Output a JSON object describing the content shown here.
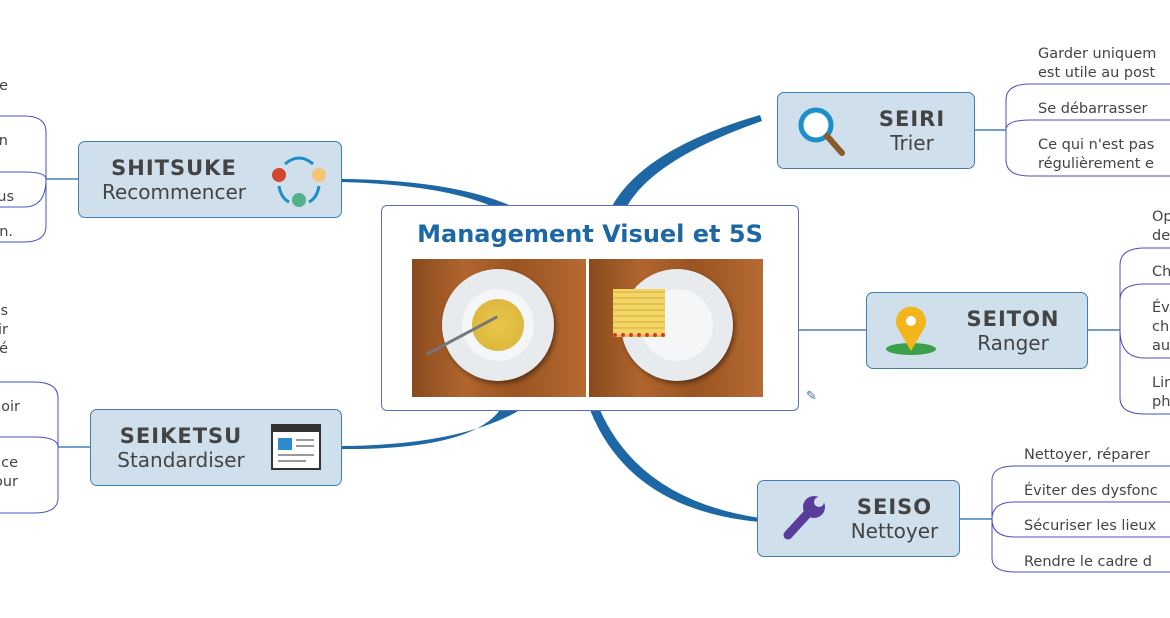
{
  "center": {
    "title": "Management Visuel et 5S"
  },
  "nodes": {
    "seiri": {
      "title": "SEIRI",
      "subtitle": "Trier",
      "icon": "magnifier-icon"
    },
    "seiton": {
      "title": "SEITON",
      "subtitle": "Ranger",
      "icon": "map-pin-icon"
    },
    "seiso": {
      "title": "SEISO",
      "subtitle": "Nettoyer",
      "icon": "wrench-icon"
    },
    "shitsuke": {
      "title": "SHITSUKE",
      "subtitle": "Recommencer",
      "icon": "cycle-icon"
    },
    "seiketsu": {
      "title": "SEIKETSU",
      "subtitle": "Standardiser",
      "icon": "document-window-icon"
    }
  },
  "leaves": {
    "seiri": [
      "Garder uniquem",
      "est utile au post",
      "Se débarrasser",
      "Ce qui n'est pas",
      "régulièrement e"
    ],
    "seiton": [
      "Op",
      "de",
      "Ch",
      "Év",
      "ch",
      "au",
      "Lin",
      "ph"
    ],
    "seiso": [
      "Nettoyer, réparer",
      "Éviter des dysfonc",
      "Sécuriser les lieux",
      "Rendre le cadre d"
    ],
    "shitsuke": [
      "e",
      "n",
      "us",
      "n."
    ],
    "seiketsu": [
      "s",
      "nir",
      "sé",
      "oir",
      "ce",
      "our"
    ]
  },
  "colors": {
    "node_fill": "#cfe0ec",
    "branch": "#1d67a5",
    "leaf_line": "#4a4fc0"
  }
}
